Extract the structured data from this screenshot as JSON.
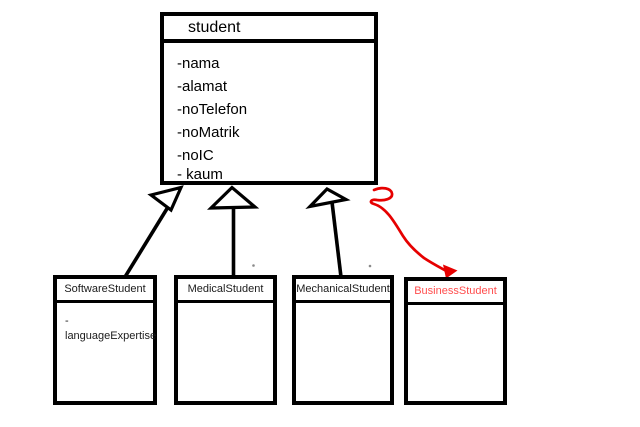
{
  "diagram": {
    "type": "uml-class-inheritance",
    "parent_class": {
      "title": "student",
      "attributes": [
        "-nama",
        "-alamat",
        "-noTelefon",
        "-noMatrik",
        "-noIC",
        "- kaum"
      ]
    },
    "child_classes": [
      {
        "title": "SoftwareStudent",
        "attributes": [
          "-languageExpertise"
        ],
        "title_color": "#1b1b1b"
      },
      {
        "title": "MedicalStudent",
        "attributes": [],
        "title_color": "#1b1b1b"
      },
      {
        "title": "MechanicalStudent",
        "attributes": [],
        "title_color": "#1b1b1b"
      },
      {
        "title": "BusinessStudent",
        "attributes": [],
        "title_color": "#ff4d4d"
      }
    ],
    "connectors": [
      {
        "from": "SoftwareStudent",
        "to": "student",
        "style": "hollow-triangle",
        "color": "#000000"
      },
      {
        "from": "MedicalStudent",
        "to": "student",
        "style": "hollow-triangle",
        "color": "#000000"
      },
      {
        "from": "MechanicalStudent",
        "to": "student",
        "style": "hollow-triangle",
        "color": "#000000"
      },
      {
        "from": "BusinessStudent",
        "to": "student",
        "style": "hand-drawn-squiggle-arrow",
        "color": "#e60000"
      }
    ],
    "colors": {
      "background": "#ffffff",
      "box_border": "#000000",
      "annotation_red": "#e60000",
      "business_title_red": "#ff4d4d",
      "cursor_tick_orange": "#f2a966",
      "stray_dot_gray": "#8a8a8a"
    }
  }
}
